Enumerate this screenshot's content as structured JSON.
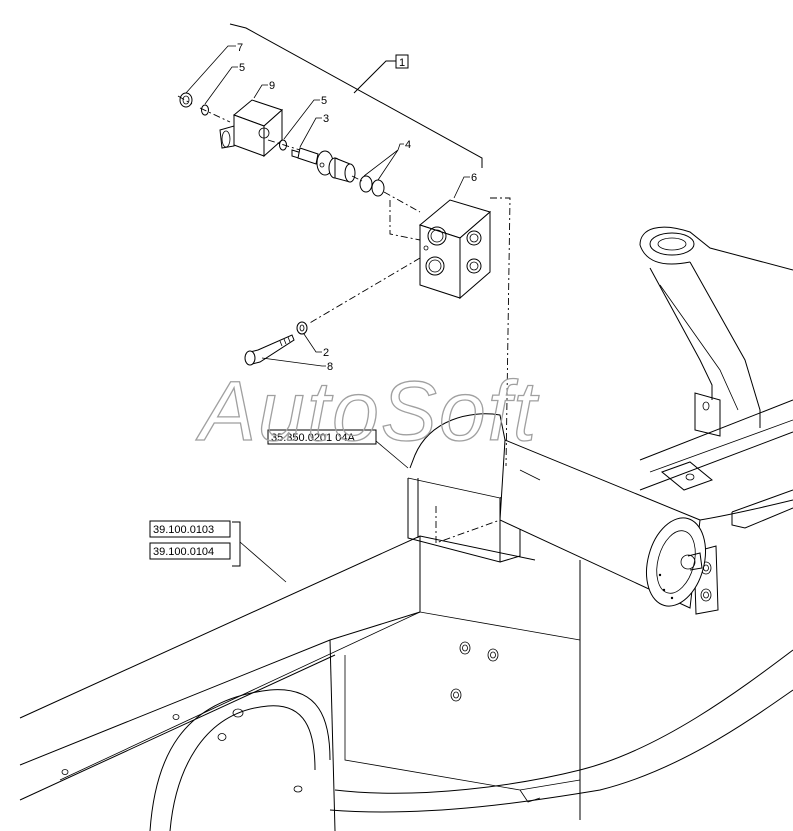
{
  "watermark": "AutoSoft",
  "callouts": {
    "c1": "1",
    "c2": "2",
    "c3": "3",
    "c4": "4",
    "c5a": "5",
    "c5b": "5",
    "c6": "6",
    "c7": "7",
    "c8": "8",
    "c9": "9"
  },
  "references": {
    "ref_a": "35.350.0201 04A",
    "ref_b": "39.100.0103",
    "ref_c": "39.100.0104"
  }
}
